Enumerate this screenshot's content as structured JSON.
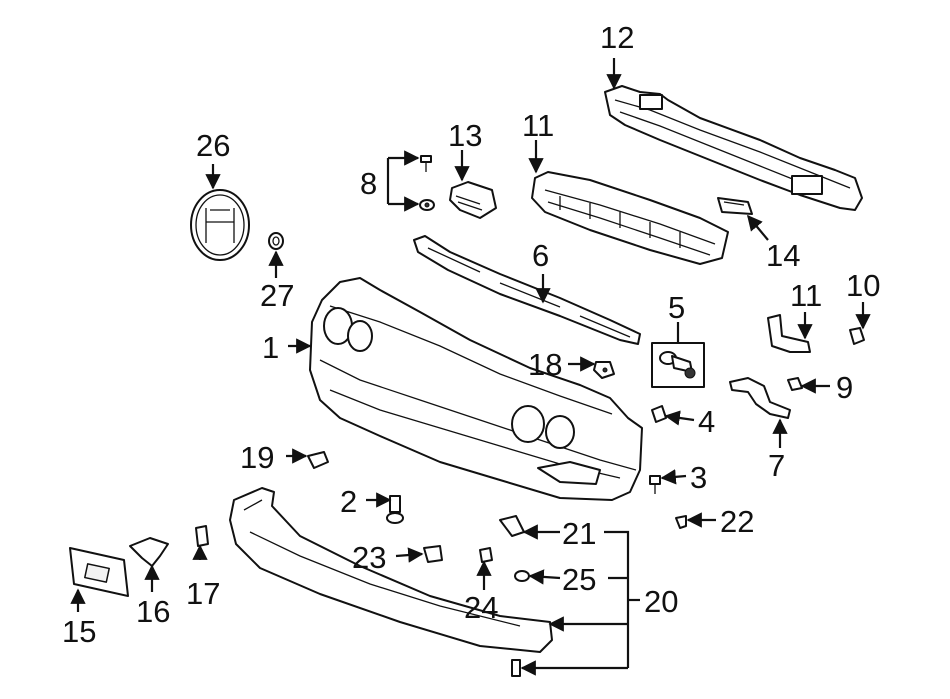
{
  "callouts": {
    "c1": "1",
    "c2": "2",
    "c3": "3",
    "c4": "4",
    "c5": "5",
    "c6": "6",
    "c7": "7",
    "c8": "8",
    "c9": "9",
    "c10": "10",
    "c11a": "11",
    "c11b": "11",
    "c12": "12",
    "c13": "13",
    "c14": "14",
    "c15": "15",
    "c16": "16",
    "c17": "17",
    "c18": "18",
    "c19": "19",
    "c20": "20",
    "c21": "21",
    "c22": "22",
    "c23": "23",
    "c24": "24",
    "c25": "25",
    "c26": "26",
    "c27": "27"
  },
  "colors": {
    "ink": "#111111",
    "background": "#ffffff"
  }
}
